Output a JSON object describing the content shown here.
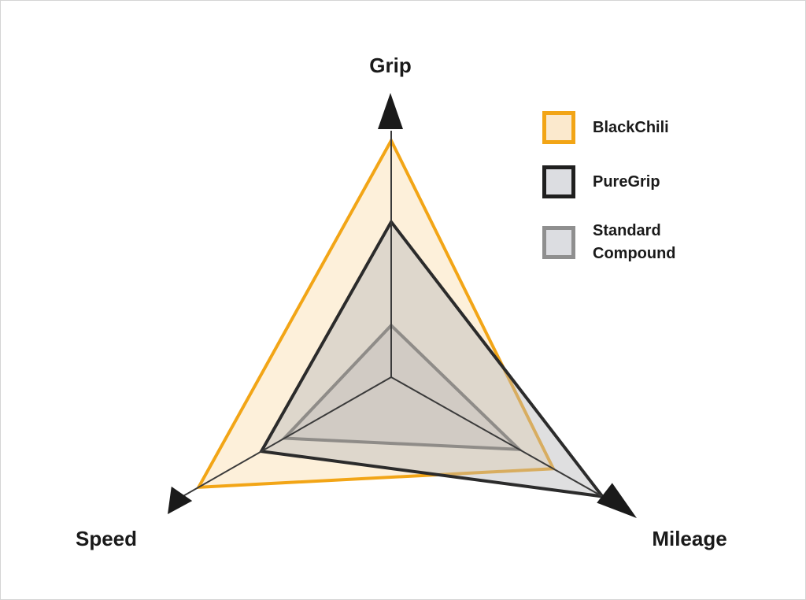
{
  "chart_data": {
    "type": "radar",
    "axes": [
      "Grip",
      "Speed",
      "Mileage"
    ],
    "range": [
      0,
      1
    ],
    "legend_position": "top-right",
    "series": [
      {
        "name": "BlackChili",
        "values": [
          0.96,
          0.92,
          0.76
        ],
        "stroke": "#f2a516",
        "fill": "#fbe3bb",
        "fill_opacity": 0.55
      },
      {
        "name": "PureGrip",
        "values": [
          0.63,
          0.62,
          0.99
        ],
        "stroke": "#2b2b2b",
        "fill": "#b7b7bb",
        "fill_opacity": 0.45
      },
      {
        "name": "Standard Compound",
        "values": [
          0.21,
          0.51,
          0.6
        ],
        "stroke": "#8f8c88",
        "fill": "#c8c3be",
        "fill_opacity": 0.6
      }
    ]
  },
  "legend": {
    "items": [
      {
        "label": "BlackChili",
        "stroke": "#f2a516",
        "fill": "#fbe9cd"
      },
      {
        "label": "PureGrip",
        "stroke": "#1f1f1f",
        "fill": "#dcdde1"
      },
      {
        "label": "Standard\nCompound",
        "stroke": "#8f8f8f",
        "fill": "#dcdde1"
      }
    ]
  },
  "colors": {
    "axis": "#3a3a3a",
    "arrow": "#1a1a1a"
  }
}
